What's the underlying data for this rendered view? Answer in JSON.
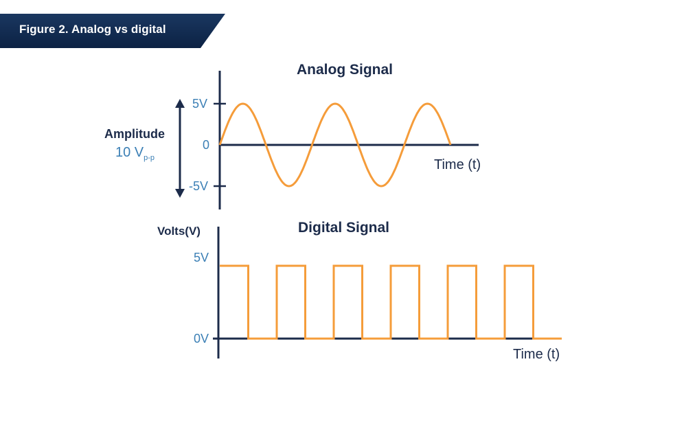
{
  "banner": {
    "title": "Figure 2. Analog vs digital",
    "color": "#0f2a4d"
  },
  "colors": {
    "signal": "#f59c3a",
    "axis": "#1c2b4a",
    "label_blue": "#3b7fb5"
  },
  "analog": {
    "title": "Analog Signal",
    "y_ticks": [
      "5V",
      "0",
      "-5V"
    ],
    "x_label": "Time (t)",
    "amplitude_label": "Amplitude",
    "amplitude_value": "10 V",
    "amplitude_subscript": "p-p"
  },
  "digital": {
    "title": "Digital Signal",
    "y_label": "Volts(V)",
    "y_ticks": [
      "5V",
      "0V"
    ],
    "x_label": "Time (t)"
  },
  "chart_data": [
    {
      "type": "line",
      "title": "Analog Signal",
      "xlabel": "Time (t)",
      "ylabel": "Amplitude (10 Vp-p)",
      "ylim": [
        -5,
        5
      ],
      "y_ticks": [
        -5,
        0,
        5
      ],
      "series": [
        {
          "name": "sine wave",
          "description": "sine, amplitude 5V, 2.5 periods starting at 0",
          "periods": 2.5,
          "amplitude": 5
        }
      ]
    },
    {
      "type": "line",
      "title": "Digital Signal",
      "xlabel": "Time (t)",
      "ylabel": "Volts(V)",
      "ylim": [
        0,
        5
      ],
      "y_ticks": [
        0,
        5
      ],
      "series": [
        {
          "name": "square wave",
          "description": "square wave alternating 5V/0V, 6 high pulses, 50% duty cycle",
          "levels": [
            5,
            0,
            5,
            0,
            5,
            0,
            5,
            0,
            5,
            0,
            5,
            0
          ]
        }
      ]
    }
  ]
}
